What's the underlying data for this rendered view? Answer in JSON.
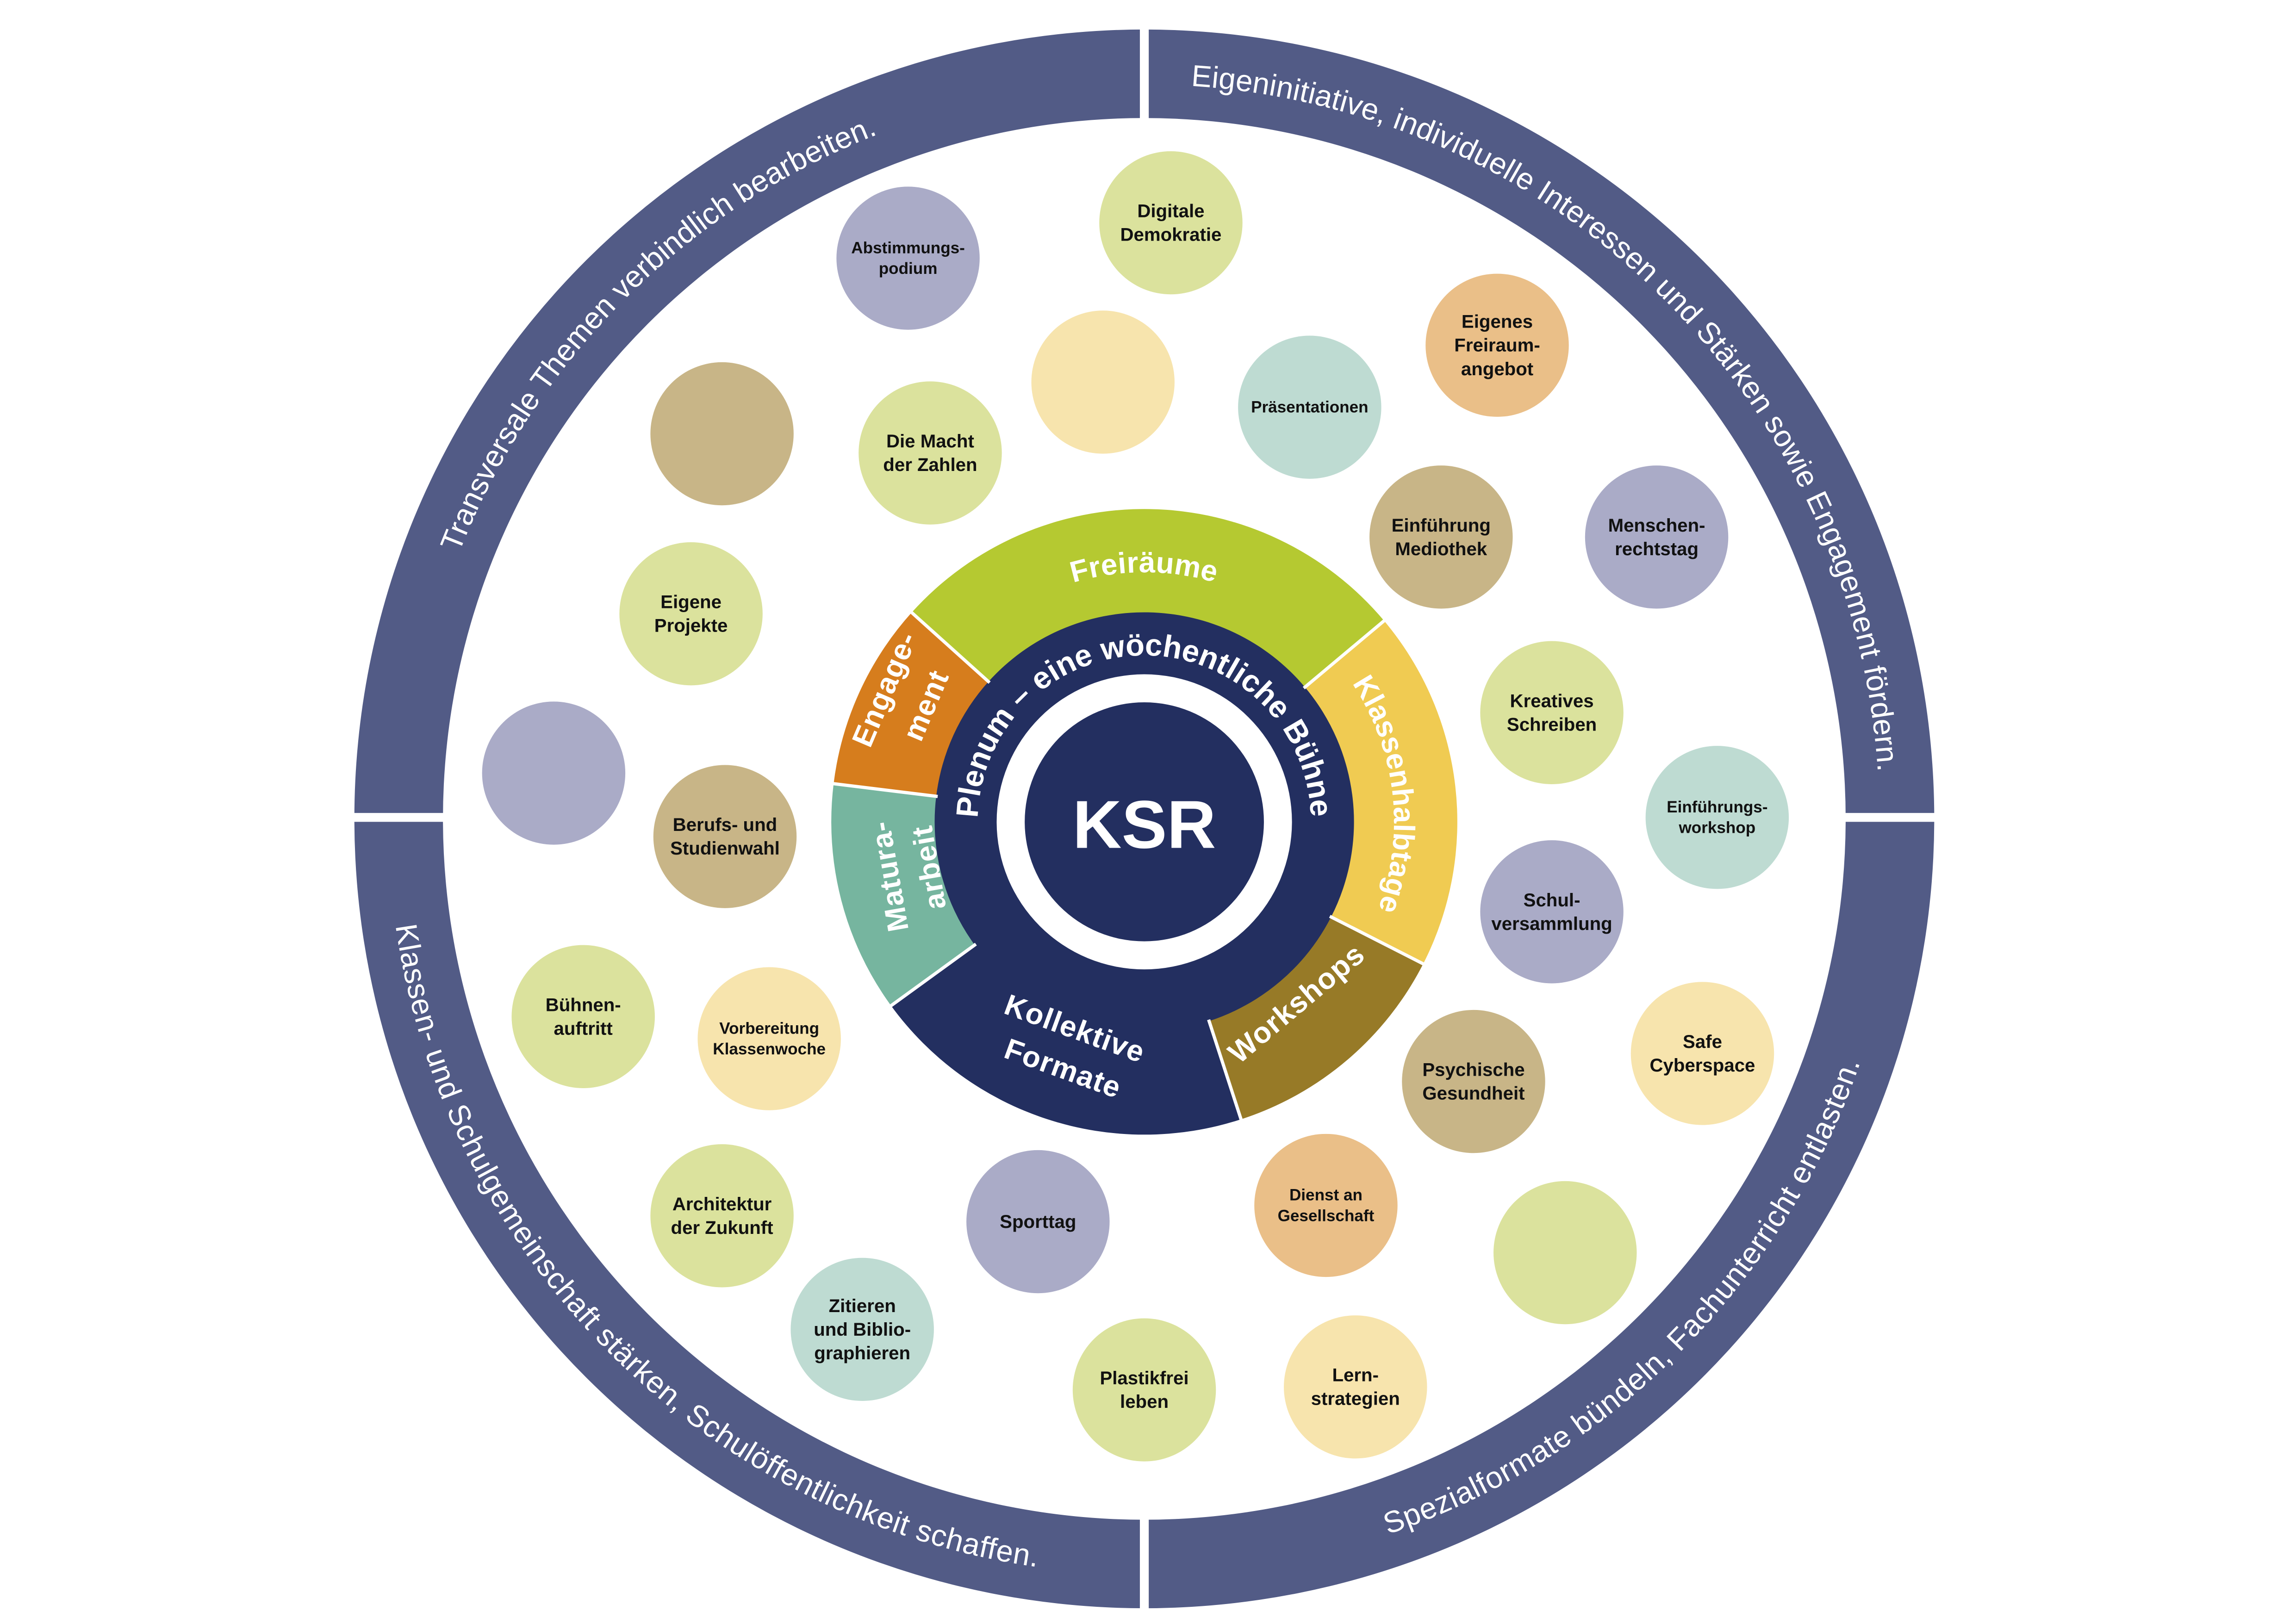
{
  "center": {
    "label": "KSR"
  },
  "plenum": {
    "label": "Plenum – eine wöchentliche Bühne"
  },
  "outer_ring": [
    {
      "text": "Transversale Themen verbindlich bearbeiten."
    },
    {
      "text": "Eigeninitiative, individuelle Interessen und Stärken sowie Engagement fördern."
    },
    {
      "text": "Spezialformate bündeln, Fachunterricht entlasten."
    },
    {
      "text": "Klassen- und Schulgemeinschaft stärken, Schulöffentlichkeit schaffen."
    }
  ],
  "segments": [
    {
      "lines": [
        "Freiräume"
      ],
      "color": "#b5c931"
    },
    {
      "lines": [
        "Klassenhalbtage"
      ],
      "color": "#f0cb52"
    },
    {
      "lines": [
        "Workshops"
      ],
      "color": "#977a27"
    },
    {
      "lines": [
        "Kollektive",
        "Formate"
      ],
      "color": "#232f60"
    },
    {
      "lines": [
        "Matura-",
        "arbeit"
      ],
      "color": "#76b59f"
    },
    {
      "lines": [
        "Engage-",
        "ment"
      ],
      "color": "#d67d1d"
    }
  ],
  "colors": {
    "ring": "#525b86",
    "navy": "#232f60",
    "lavender": "#aaabc7",
    "green": "#dbe29d",
    "yellow": "#f7e4ad",
    "tan": "#c8b587",
    "mint": "#bedbd2",
    "peach": "#eabf88"
  },
  "bubbles": [
    {
      "lines": [
        "Abstimmungs-",
        "podium"
      ],
      "color": "#aaabc7"
    },
    {
      "lines": [
        "Digitale",
        "Demokratie"
      ],
      "color": "#dbe29d"
    },
    {
      "lines": [],
      "color": "#f7e4ad"
    },
    {
      "lines": [
        "Eigenes",
        "Freiraum-",
        "angebot"
      ],
      "color": "#eabf88"
    },
    {
      "lines": [
        "Präsentationen"
      ],
      "color": "#bedbd2"
    },
    {
      "lines": [],
      "color": "#c8b587"
    },
    {
      "lines": [
        "Die Macht",
        "der Zahlen"
      ],
      "color": "#dbe29d"
    },
    {
      "lines": [
        "Einführung",
        "Mediothek"
      ],
      "color": "#c8b587"
    },
    {
      "lines": [
        "Menschen-",
        "rechtstag"
      ],
      "color": "#aaabc7"
    },
    {
      "lines": [
        "Eigene",
        "Projekte"
      ],
      "color": "#dbe29d"
    },
    {
      "lines": [
        "Kreatives",
        "Schreiben"
      ],
      "color": "#dbe29d"
    },
    {
      "lines": [],
      "color": "#aaabc7"
    },
    {
      "lines": [
        "Berufs- und",
        "Studienwahl"
      ],
      "color": "#c8b587"
    },
    {
      "lines": [
        "Einführungs-",
        "workshop"
      ],
      "color": "#bedbd2"
    },
    {
      "lines": [
        "Schul-",
        "versammlung"
      ],
      "color": "#aaabc7"
    },
    {
      "lines": [
        "Bühnen-",
        "auftritt"
      ],
      "color": "#dbe29d"
    },
    {
      "lines": [
        "Vorbereitung",
        "Klassenwoche"
      ],
      "color": "#f7e4ad"
    },
    {
      "lines": [
        "Safe",
        "Cyberspace"
      ],
      "color": "#f7e4ad"
    },
    {
      "lines": [
        "Psychische",
        "Gesundheit"
      ],
      "color": "#c8b587"
    },
    {
      "lines": [
        "Architektur",
        "der Zukunft"
      ],
      "color": "#dbe29d"
    },
    {
      "lines": [
        "Sporttag"
      ],
      "color": "#aaabc7"
    },
    {
      "lines": [
        "Dienst an",
        "Gesellschaft"
      ],
      "color": "#eabf88"
    },
    {
      "lines": [],
      "color": "#dbe29d"
    },
    {
      "lines": [
        "Zitieren",
        "und Biblio-",
        "graphieren"
      ],
      "color": "#bedbd2"
    },
    {
      "lines": [
        "Plastikfrei",
        "leben"
      ],
      "color": "#dbe29d"
    },
    {
      "lines": [
        "Lern-",
        "strategien"
      ],
      "color": "#f7e4ad"
    }
  ]
}
